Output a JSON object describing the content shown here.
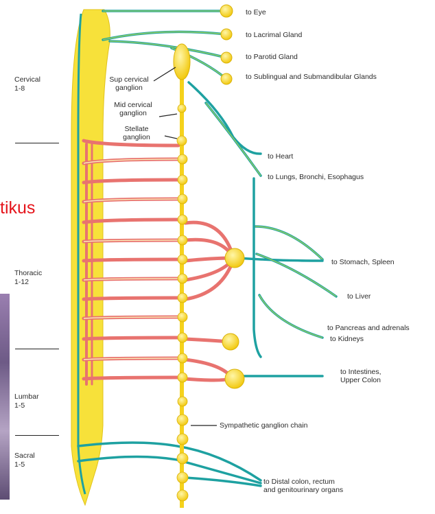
{
  "regions": {
    "cervical": {
      "name": "Cervical",
      "range": "1-8"
    },
    "thoracic": {
      "name": "Thoracic",
      "range": "1-12"
    },
    "lumbar": {
      "name": "Lumbar",
      "range": "1-5"
    },
    "sacral": {
      "name": "Sacral",
      "range": "1-5"
    }
  },
  "ganglia": {
    "sup_cervical_1": "Sup cervical",
    "sup_cervical_2": "ganglion",
    "mid_cervical_1": "Mid cervical",
    "mid_cervical_2": "ganglion",
    "stellate_1": "Stellate",
    "stellate_2": "ganglion",
    "chain": "Sympathetic ganglion chain"
  },
  "targets": {
    "eye": "to Eye",
    "lacrimal": "to Lacrimal Gland",
    "parotid": "to Parotid Gland",
    "sublingual": "to Sublingual and Submandibular Glands",
    "heart": "to Heart",
    "lungs": "to Lungs, Bronchi, Esophagus",
    "stomach": "to Stomach, Spleen",
    "liver": "to Liver",
    "pancreas": "to Pancreas and adrenals",
    "kidneys": "to Kidneys",
    "intestines_1": "to Intestines,",
    "intestines_2": "Upper Colon",
    "distal_1": "to Distal colon, rectum",
    "distal_2": "and genitourinary organs"
  },
  "overlay_text": "tikus",
  "colors": {
    "spinal_cord": "#f7e13a",
    "ganglion": "#f5d21c",
    "preganglionic": "#e8736f",
    "postganglionic": "#1ea1a1",
    "overlay_red": "#e5141b"
  }
}
